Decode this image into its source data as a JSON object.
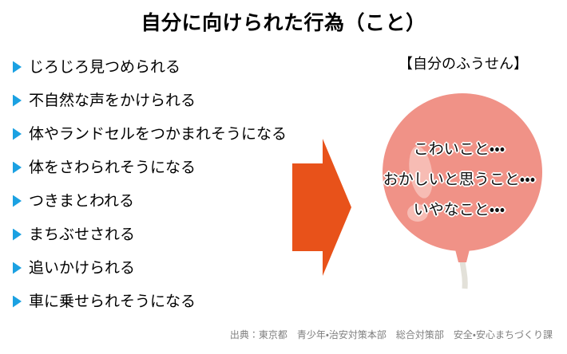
{
  "slide": {
    "title": "自分に向けられた行為（こと）",
    "background_color": "#ffffff"
  },
  "bullets": {
    "marker_icon": "triangle-right-icon",
    "marker_color": "#1ba1e2",
    "items": [
      {
        "label": "じろじろ見つめられる"
      },
      {
        "label": "不自然な声をかけられる"
      },
      {
        "label": "体やランドセルをつかまれそうになる"
      },
      {
        "label": "体をさわられそうになる"
      },
      {
        "label": "つきまとわれる"
      },
      {
        "label": "まちぶせされる"
      },
      {
        "label": "追いかけられる"
      },
      {
        "label": "車に乗せられそうになる"
      }
    ]
  },
  "arrow": {
    "icon": "arrow-right-block-icon",
    "color": "#e8521a",
    "direction": "right"
  },
  "balloon": {
    "heading": "【自分のふうせん】",
    "icon": "balloon-icon",
    "body_color": "#f09287",
    "highlight_color": "#f7bcb4",
    "string_color": "#e3e1d9",
    "lines": [
      "こわいこと・・・",
      "おかしいと思うこと・・・",
      "いやなこと・・・"
    ]
  },
  "footer": {
    "source": "出典：東京都　青少年・治安対策本部　総合対策部　安全・安心まちづくり課",
    "color": "#7f7f7f"
  }
}
